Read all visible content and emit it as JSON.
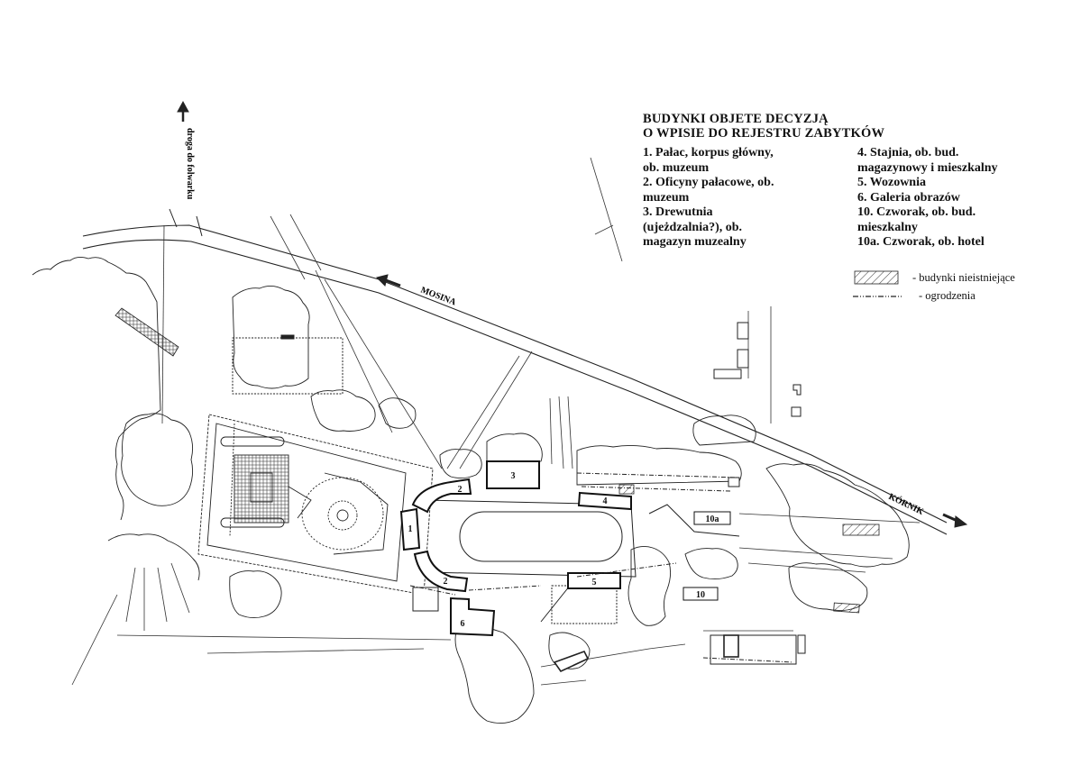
{
  "legend": {
    "title_line1": "BUDYNKI OBJETE DECYZJĄ",
    "title_line2": "O WPISIE DO REJESTRU ZABYTKÓW",
    "col1": [
      "1. Pałac, korpus główny,",
      "ob. muzeum",
      "2. Oficyny pałacowe, ob.",
      "muzeum",
      "3. Drewutnia",
      "(ujeżdzalnia?), ob.",
      "magazyn muzealny"
    ],
    "col2": [
      "4. Stajnia, ob. bud.",
      "magazynowy i mieszkalny",
      "5. Wozownia",
      "6. Galeria obrazów",
      "10. Czworak, ob. bud.",
      "mieszkalny",
      "10a. Czworak, ob. hotel"
    ],
    "key_hatched": "- budynki nieistniejące",
    "key_fence": "- ogrodzenia"
  },
  "roads": {
    "mosina": "MOSINA",
    "kornik": "KÓRNIK",
    "droga": "droga do folwarku"
  },
  "buildings": {
    "b1": "1",
    "b2_top": "2",
    "b2_bottom": "2",
    "b3": "3",
    "b4": "4",
    "b5": "5",
    "b6": "6",
    "b10": "10",
    "b10a": "10a"
  }
}
